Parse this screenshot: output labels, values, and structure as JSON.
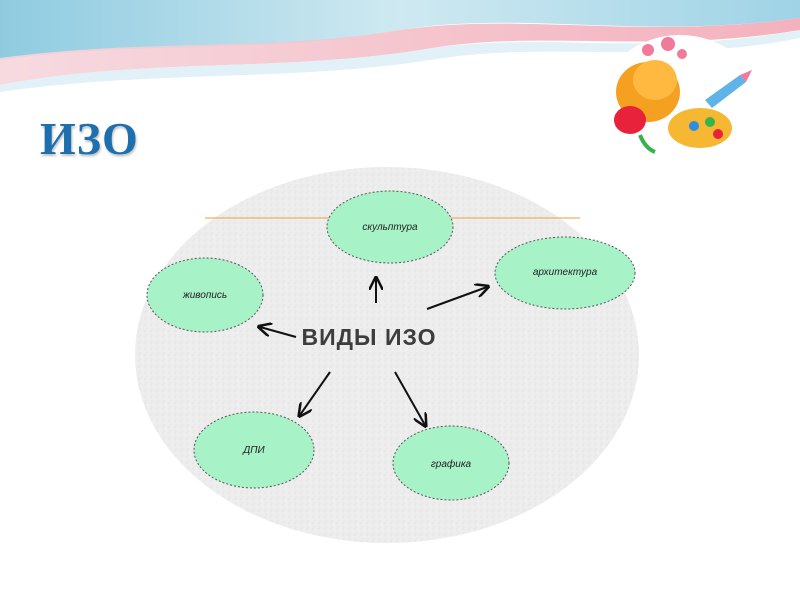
{
  "slide": {
    "title": "ИЗО"
  },
  "diagram": {
    "center_label": "ВИДЫ ИЗО",
    "nodes": [
      {
        "id": "sculpture",
        "label": "скульптура"
      },
      {
        "id": "architecture",
        "label": "архитектура"
      },
      {
        "id": "painting",
        "label": "живопись"
      },
      {
        "id": "dpi",
        "label": "ДПИ"
      },
      {
        "id": "graphics",
        "label": "графика"
      }
    ]
  },
  "colors": {
    "title": "#1d6fae",
    "node_fill": "#a8f2c8",
    "node_border": "#555555",
    "canvas": "#eeeeee",
    "accent_line": "#f0b060"
  },
  "icons": {
    "logo": "flower-palette-icon"
  }
}
